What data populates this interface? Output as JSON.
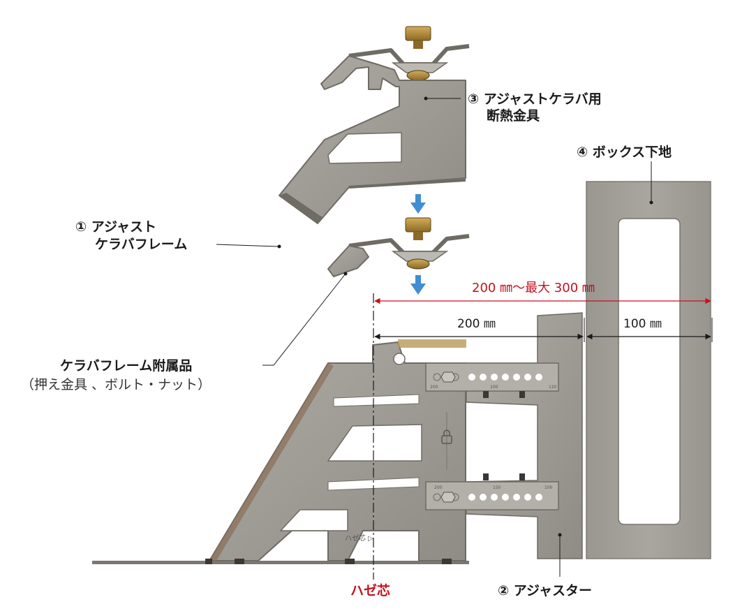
{
  "labels": {
    "part1_line1": "① アジャスト",
    "part1_line2": "ケラバフレーム",
    "part2": "② アジャスター",
    "part3_line1": "③ アジャストケラバ用",
    "part3_line2": "断熱金具",
    "part4": "④ ボックス下地",
    "accessory_line1": "ケラバフレーム附属品",
    "accessory_line2": "（押え金具 、ボルト・ナット）",
    "haze_core": "ハゼ芯"
  },
  "dimensions": {
    "range": "200 ㎜～最大 300 ㎜",
    "adjuster_span": "200 ㎜",
    "box_span": "100 ㎜"
  },
  "plate_marks": {
    "upper_left": "200",
    "upper_mid": "100",
    "upper_right": "120",
    "lower_left": "200",
    "lower_mid": "150",
    "lower_right": "100",
    "frame_mark": "ハゼ芯 ▷"
  },
  "colors": {
    "metal": "#a19e98",
    "metal_dark": "#7c7a74",
    "accent_red": "#c6101c",
    "arrow_blue": "#3f8fd2",
    "brass": "#b08a3a"
  },
  "icons": {
    "lock": "lock-icon"
  }
}
